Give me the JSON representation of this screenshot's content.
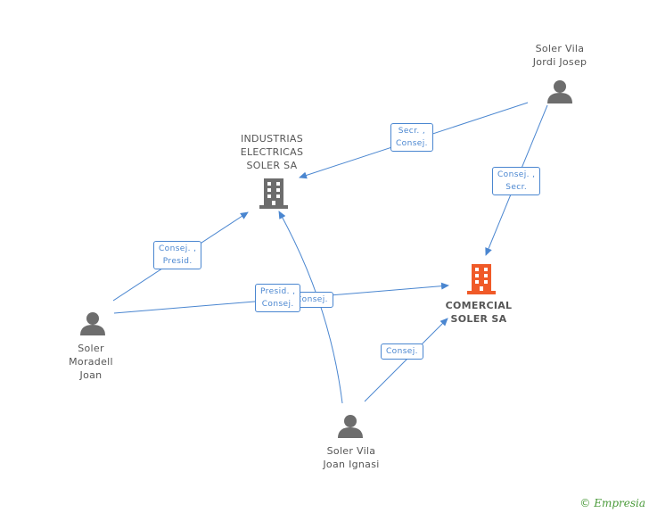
{
  "nodes": {
    "industrias": {
      "label": "INDUSTRIAS\nELECTRICAS\nSOLER SA"
    },
    "comercial": {
      "label": "COMERCIAL\nSOLER SA"
    },
    "jordi": {
      "label": "Soler Vila\nJordi Josep"
    },
    "moradell": {
      "label": "Soler\nMoradell\nJoan"
    },
    "ignasi": {
      "label": "Soler Vila\nJoan Ignasi"
    }
  },
  "edges": {
    "jordi_industrias": "Secr. ,\nConsej.",
    "jordi_comercial": "Consej. ,\nSecr.",
    "moradell_industrias": "Consej. ,\nPresid.",
    "moradell_comercial_back": "Consej.",
    "moradell_comercial": "Presid. ,\nConsej.",
    "ignasi_comercial": "Consej."
  },
  "colors": {
    "edge": "#4a86d0",
    "person": "#6d6d6d",
    "company": "#6d6d6d",
    "company_main": "#f05a28"
  },
  "brand": {
    "symbol": "©",
    "name": "Empresia"
  }
}
